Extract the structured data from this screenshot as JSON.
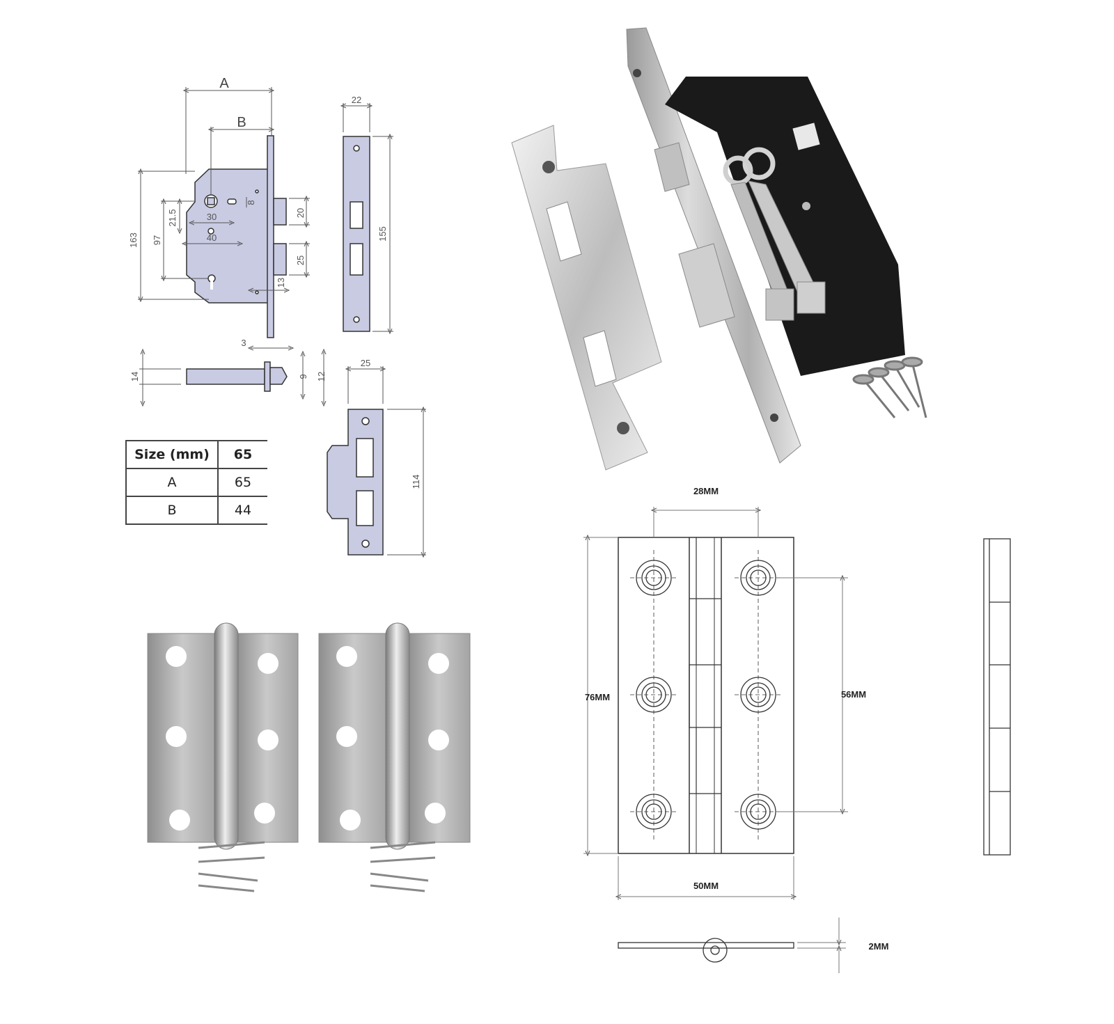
{
  "lock_drawing": {
    "label_a": "A",
    "label_b": "B",
    "dim_163": "163",
    "dim_97": "97",
    "dim_21_5": "21.5",
    "dim_30": "30",
    "dim_40": "40",
    "dim_8": "8",
    "dim_20": "20",
    "dim_25": "25",
    "dim_13": "13",
    "dim_3": "3",
    "dim_14": "14",
    "dim_9": "9",
    "dim_12": "12"
  },
  "forend_drawing": {
    "dim_22": "22",
    "dim_155": "155"
  },
  "strike_drawing": {
    "dim_25": "25",
    "dim_114": "114"
  },
  "size_table": {
    "rows": [
      [
        "Size (mm)",
        "65"
      ],
      [
        "A",
        "65"
      ],
      [
        "B",
        "44"
      ]
    ]
  },
  "hinge_drawing": {
    "width_top": "28MM",
    "height": "76MM",
    "hole_spacing": "56MM",
    "width_bottom": "50MM",
    "thickness": "2MM"
  },
  "colors": {
    "drawing_fill": "#c9cbe3",
    "line": "#333333",
    "lock_case": "#1a1a1a",
    "steel": "#c8c8c8"
  }
}
